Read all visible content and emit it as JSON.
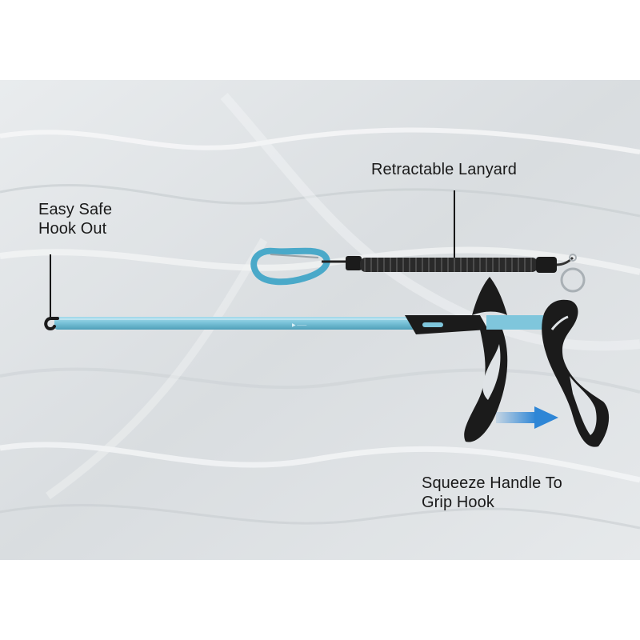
{
  "photo": {
    "background": "#ffffff",
    "water_color": "#dfe3e6",
    "shaft_color": "#7fc6dc",
    "handle_color": "#1b1b1b",
    "clip_color": "#4aa9c9",
    "arrow_color": "#2e86d6"
  },
  "callouts": {
    "lanyard": "Retractable Lanyard",
    "hook_line1": "Easy Safe",
    "hook_line2": "Hook Out",
    "squeeze_line1": "Squeeze Handle To",
    "squeeze_line2": "Grip Hook"
  },
  "icons": {
    "direction": "arrow-right-icon"
  }
}
